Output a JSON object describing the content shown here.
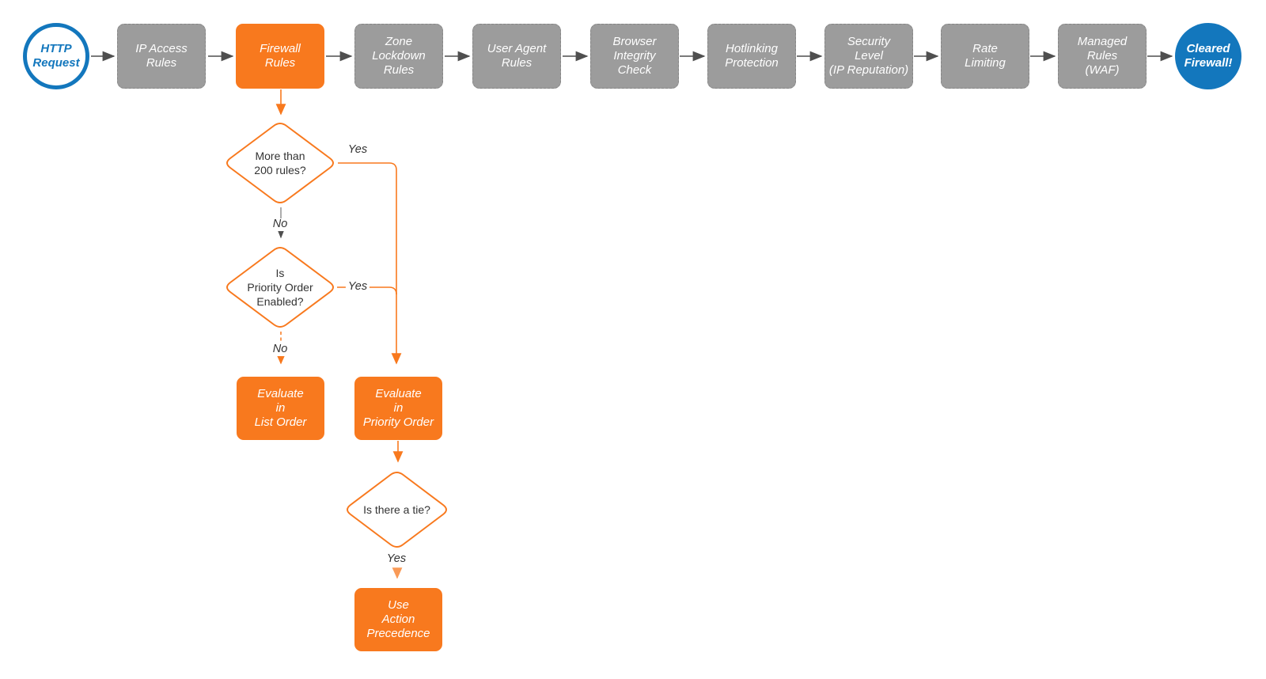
{
  "diagram": {
    "start_label": "HTTP\nRequest",
    "end_label": "Cleared\nFirewall!",
    "pipeline": [
      {
        "label": "IP Access\nRules"
      },
      {
        "label": "Firewall\nRules"
      },
      {
        "label": "Zone\nLockdown\nRules"
      },
      {
        "label": "User Agent\nRules"
      },
      {
        "label": "Browser\nIntegrity\nCheck"
      },
      {
        "label": "Hotlinking\nProtection"
      },
      {
        "label": "Security\nLevel\n(IP Reputation)"
      },
      {
        "label": "Rate\nLimiting"
      },
      {
        "label": "Managed\nRules\n(WAF)"
      }
    ],
    "decisions": [
      {
        "label": "More than\n200 rules?"
      },
      {
        "label": "Is\nPriority Order\nEnabled?"
      },
      {
        "label": "Is there a tie?"
      }
    ],
    "actions": [
      {
        "label": "Evaluate\nin\nList Order"
      },
      {
        "label": "Evaluate\nin\nPriority Order"
      },
      {
        "label": "Use\nAction\nPrecedence"
      }
    ],
    "edge_labels": [
      {
        "text": "Yes"
      },
      {
        "text": "No"
      },
      {
        "text": "Yes"
      },
      {
        "text": "No"
      },
      {
        "text": "Yes"
      }
    ],
    "colors": {
      "orange": "#F8791E",
      "light_orange": "#F99A57",
      "gray_node": "#9C9C9C",
      "blue": "#1377BD",
      "connector_gray": "#4F4F4F",
      "text_dark": "#333333"
    }
  }
}
